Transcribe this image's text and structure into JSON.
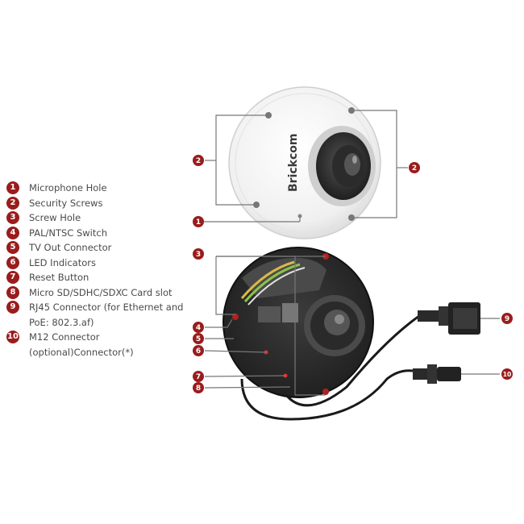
{
  "brand": "Brickcom",
  "legend": [
    {
      "num": "1",
      "label": "Microphone Hole"
    },
    {
      "num": "2",
      "label": "Security Screws"
    },
    {
      "num": "3",
      "label": "Screw Hole"
    },
    {
      "num": "4",
      "label": "PAL/NTSC Switch"
    },
    {
      "num": "5",
      "label": "TV Out Connector"
    },
    {
      "num": "6",
      "label": "LED Indicators"
    },
    {
      "num": "7",
      "label": "Reset Button"
    },
    {
      "num": "8",
      "label": "Micro SD/SDHC/SDXC Card slot"
    },
    {
      "num": "9",
      "label": "RJ45 Connector (for Ethernet and PoE: 802.3.af)"
    },
    {
      "num": "10",
      "label": "M12 Connector (optional)Connector(*)"
    }
  ],
  "callouts": {
    "c2_left": "2",
    "c2_right": "2",
    "c1": "1",
    "c3": "3",
    "c4": "4",
    "c5": "5",
    "c6": "6",
    "c7": "7",
    "c8": "8",
    "c9": "9",
    "c10": "10"
  },
  "colors": {
    "accent": "#9a1c1c",
    "text": "#4a4a4a",
    "housing_top": "#f2f2f2",
    "housing_bottom": "#2e2e2e"
  }
}
